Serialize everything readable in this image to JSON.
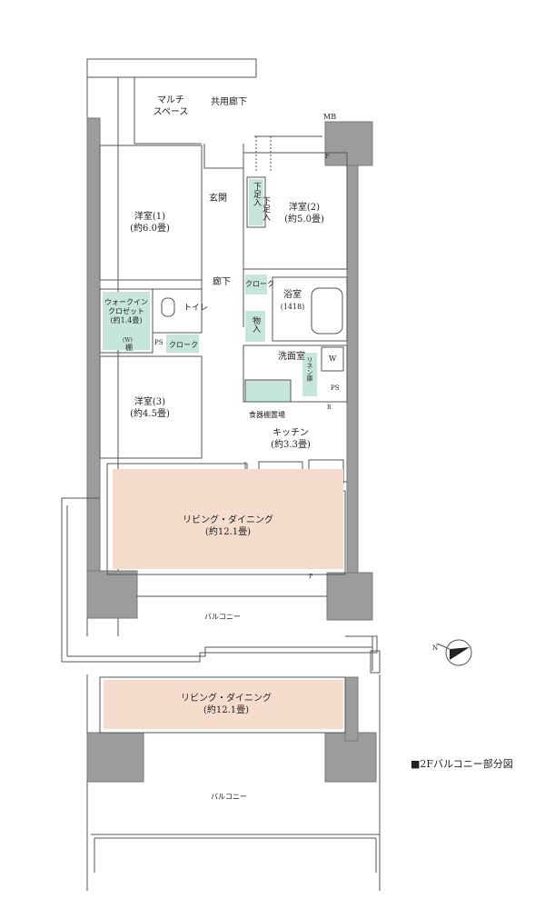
{
  "rooms": {
    "multi_space": [
      "マルチ",
      "スペース"
    ],
    "common_corridor": "共用廊下",
    "mb": "MB",
    "entrance": "玄関",
    "shoes_storage_1": "下足入",
    "shoes_storage_2": "下足入",
    "bedroom1": [
      "洋室(1)",
      "(約6.0畳)"
    ],
    "bedroom2": [
      "洋室(2)",
      "(約5.0畳)"
    ],
    "hallway": "廊下",
    "closet_small": "クローク",
    "bath": [
      "浴室",
      "(1418)"
    ],
    "walk_in_closet": [
      "ウォークイン",
      "クロゼット",
      "(約1.4畳)"
    ],
    "toilet": "トイレ",
    "storage": "物入",
    "shelf_w": "(W)",
    "shelf": "棚",
    "ps_left": "PS",
    "closet_mid": "クローク",
    "washroom": "洗面室",
    "linen_closet": "リネン庫",
    "washer_w": "W",
    "ps_right": "PS",
    "dish_shelf": "食器棚置場",
    "r_mark": "R",
    "bedroom3": [
      "洋室(3)",
      "(約4.5畳)"
    ],
    "kitchen": [
      "キッチン",
      "(約3.3畳)"
    ],
    "living_dining": [
      "リビング・ダイニング",
      "(約12.1畳)"
    ],
    "p_mark_top": "P",
    "p_mark_bottom": "P",
    "balcony": "バルコニー"
  },
  "second_floor": {
    "living_dining": [
      "リビング・ダイニング",
      "(約12.1畳)"
    ],
    "balcony": "バルコニー"
  },
  "compass": {
    "north_label": "N"
  },
  "caption": "■2Fバルコニー部分図",
  "colors": {
    "living_fill": "#f6dccd",
    "closet_fill": "#c6e6da",
    "wall_fill": "#9c9c9c",
    "line": "#555555"
  }
}
